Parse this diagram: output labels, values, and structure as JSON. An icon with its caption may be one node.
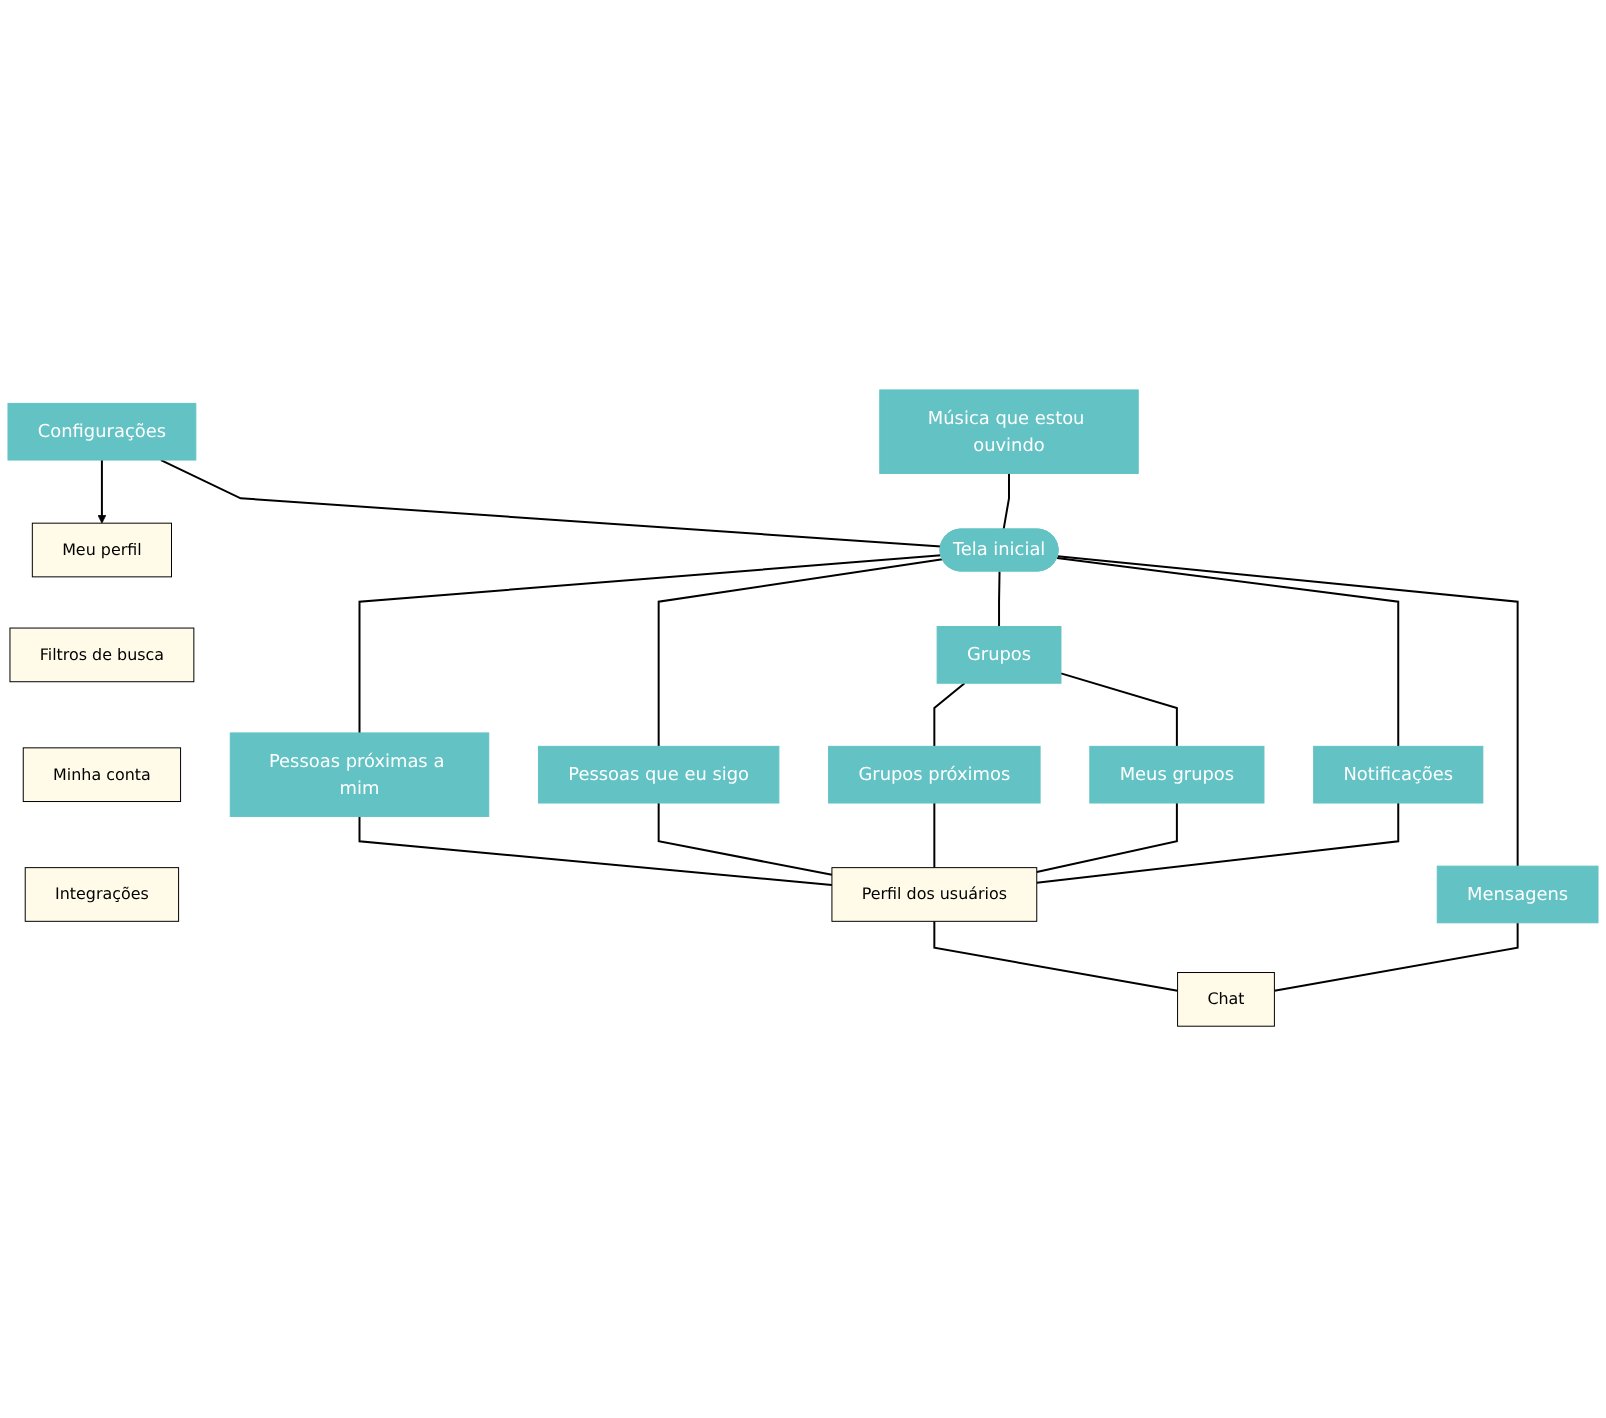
{
  "diagram": {
    "nodes": [
      {
        "text": [
          "Configurações"
        ]
      },
      {
        "text": [
          "Música que estou ouvindo"
        ]
      },
      {
        "text": [
          "Tela inicial"
        ]
      },
      {
        "text": [
          "Meu perfil"
        ]
      },
      {
        "text": [
          "Filtros de busca"
        ]
      },
      {
        "text": [
          "Minha conta"
        ]
      },
      {
        "text": [
          "Integrações"
        ]
      },
      {
        "text": [
          "Pessoas próximas a mim"
        ]
      },
      {
        "text": [
          "Pessoas que eu sigo"
        ]
      },
      {
        "text": [
          "Grupos"
        ]
      },
      {
        "text": [
          "Notificações"
        ]
      },
      {
        "text": [
          "Mensagens"
        ]
      },
      {
        "text": [
          "Grupos próximos"
        ]
      },
      {
        "text": [
          "Meus grupos"
        ]
      },
      {
        "text": [
          "Perfil dos usuários"
        ]
      },
      {
        "text": [
          "Chat"
        ]
      }
    ],
    "edges": [
      {
        "from": 0,
        "to": 2,
        "arrow": "none"
      },
      {
        "from": 1,
        "to": 2,
        "arrow": "none"
      },
      {
        "from": 0,
        "to": 3,
        "arrow": "to"
      },
      {
        "from": 2,
        "to": 7,
        "arrow": "none"
      },
      {
        "from": 2,
        "to": 8,
        "arrow": "none"
      },
      {
        "from": 2,
        "to": 9,
        "arrow": "none"
      },
      {
        "from": 2,
        "to": 10,
        "arrow": "none"
      },
      {
        "from": 2,
        "to": 11,
        "arrow": "none"
      },
      {
        "from": 9,
        "to": 12,
        "arrow": "none"
      },
      {
        "from": 9,
        "to": 13,
        "arrow": "none"
      },
      {
        "from": 7,
        "to": 14,
        "arrow": "none"
      },
      {
        "from": 8,
        "to": 14,
        "arrow": "none"
      },
      {
        "from": 12,
        "to": 14,
        "arrow": "none"
      },
      {
        "from": 13,
        "to": 14,
        "arrow": "none"
      },
      {
        "from": 10,
        "to": 14,
        "arrow": "none"
      },
      {
        "from": 14,
        "to": 15,
        "arrow": "none"
      },
      {
        "from": 11,
        "to": 15,
        "arrow": "none"
      }
    ]
  }
}
